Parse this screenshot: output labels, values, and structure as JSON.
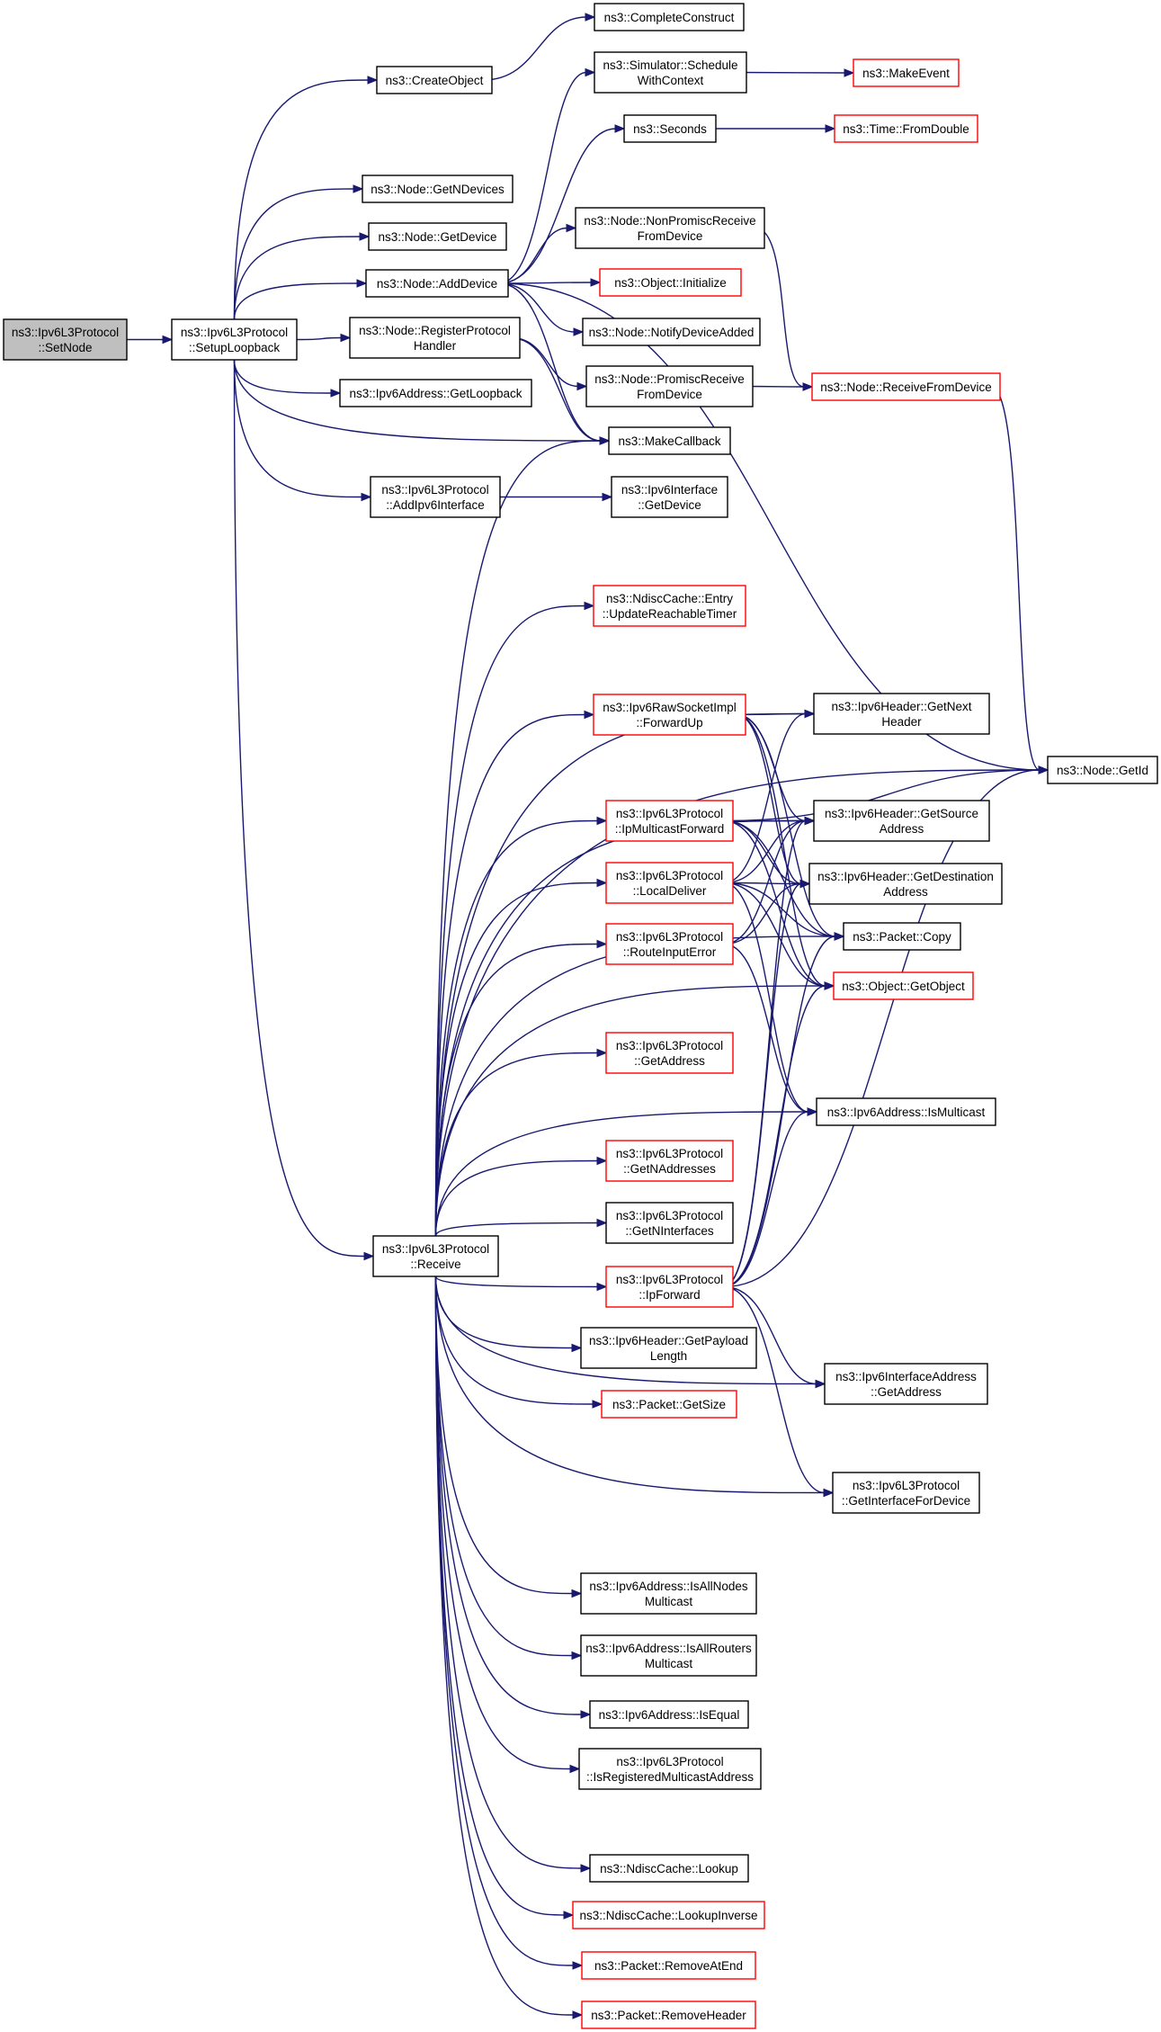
{
  "diagram": {
    "nodes": [
      {
        "id": "setnode",
        "lines": [
          "ns3::Ipv6L3Protocol",
          "::SetNode"
        ],
        "style": "root"
      },
      {
        "id": "setuploopback",
        "lines": [
          "ns3::Ipv6L3Protocol",
          "::SetupLoopback"
        ],
        "style": "normal"
      },
      {
        "id": "createobject",
        "lines": [
          "ns3::CreateObject"
        ],
        "style": "normal"
      },
      {
        "id": "completeconstruct",
        "lines": [
          "ns3::CompleteConstruct"
        ],
        "style": "normal"
      },
      {
        "id": "schedulewithcontext",
        "lines": [
          "ns3::Simulator::Schedule",
          "WithContext"
        ],
        "style": "normal"
      },
      {
        "id": "makeevent",
        "lines": [
          "ns3::MakeEvent"
        ],
        "style": "truncated"
      },
      {
        "id": "seconds",
        "lines": [
          "ns3::Seconds"
        ],
        "style": "normal"
      },
      {
        "id": "fromdouble",
        "lines": [
          "ns3::Time::FromDouble"
        ],
        "style": "truncated"
      },
      {
        "id": "getndevices",
        "lines": [
          "ns3::Node::GetNDevices"
        ],
        "style": "normal"
      },
      {
        "id": "getdevice",
        "lines": [
          "ns3::Node::GetDevice"
        ],
        "style": "normal"
      },
      {
        "id": "nonpromisc",
        "lines": [
          "ns3::Node::NonPromiscReceive",
          "FromDevice"
        ],
        "style": "normal"
      },
      {
        "id": "adddevice",
        "lines": [
          "ns3::Node::AddDevice"
        ],
        "style": "normal"
      },
      {
        "id": "initialize",
        "lines": [
          "ns3::Object::Initialize"
        ],
        "style": "truncated"
      },
      {
        "id": "notifydeviceadded",
        "lines": [
          "ns3::Node::NotifyDeviceAdded"
        ],
        "style": "normal"
      },
      {
        "id": "registerprotocolhandler",
        "lines": [
          "ns3::Node::RegisterProtocol",
          "Handler"
        ],
        "style": "normal"
      },
      {
        "id": "promiscreceive",
        "lines": [
          "ns3::Node::PromiscReceive",
          "FromDevice"
        ],
        "style": "normal"
      },
      {
        "id": "receivefromdevice",
        "lines": [
          "ns3::Node::ReceiveFromDevice"
        ],
        "style": "truncated"
      },
      {
        "id": "getloopback",
        "lines": [
          "ns3::Ipv6Address::GetLoopback"
        ],
        "style": "normal"
      },
      {
        "id": "makecallback",
        "lines": [
          "ns3::MakeCallback"
        ],
        "style": "normal"
      },
      {
        "id": "addipv6interface",
        "lines": [
          "ns3::Ipv6L3Protocol",
          "::AddIpv6Interface"
        ],
        "style": "normal"
      },
      {
        "id": "ifacegetdevice",
        "lines": [
          "ns3::Ipv6Interface",
          "::GetDevice"
        ],
        "style": "normal"
      },
      {
        "id": "updatereachable",
        "lines": [
          "ns3::NdiscCache::Entry",
          "::UpdateReachableTimer"
        ],
        "style": "truncated"
      },
      {
        "id": "forwardup",
        "lines": [
          "ns3::Ipv6RawSocketImpl",
          "::ForwardUp"
        ],
        "style": "truncated"
      },
      {
        "id": "getnextheader",
        "lines": [
          "ns3::Ipv6Header::GetNext",
          "Header"
        ],
        "style": "normal"
      },
      {
        "id": "nodegetid",
        "lines": [
          "ns3::Node::GetId"
        ],
        "style": "normal"
      },
      {
        "id": "ipmulticastforward",
        "lines": [
          "ns3::Ipv6L3Protocol",
          "::IpMulticastForward"
        ],
        "style": "truncated"
      },
      {
        "id": "getsourceaddress",
        "lines": [
          "ns3::Ipv6Header::GetSource",
          "Address"
        ],
        "style": "normal"
      },
      {
        "id": "localdeliver",
        "lines": [
          "ns3::Ipv6L3Protocol",
          "::LocalDeliver"
        ],
        "style": "truncated"
      },
      {
        "id": "getdestinationaddress",
        "lines": [
          "ns3::Ipv6Header::GetDestination",
          "Address"
        ],
        "style": "normal"
      },
      {
        "id": "packetcopy",
        "lines": [
          "ns3::Packet::Copy"
        ],
        "style": "normal"
      },
      {
        "id": "routeinputerror",
        "lines": [
          "ns3::Ipv6L3Protocol",
          "::RouteInputError"
        ],
        "style": "truncated"
      },
      {
        "id": "getobject",
        "lines": [
          "ns3::Object::GetObject"
        ],
        "style": "truncated"
      },
      {
        "id": "getaddress",
        "lines": [
          "ns3::Ipv6L3Protocol",
          "::GetAddress"
        ],
        "style": "truncated"
      },
      {
        "id": "ismulticast",
        "lines": [
          "ns3::Ipv6Address::IsMulticast"
        ],
        "style": "normal"
      },
      {
        "id": "getnaddresses",
        "lines": [
          "ns3::Ipv6L3Protocol",
          "::GetNAddresses"
        ],
        "style": "truncated"
      },
      {
        "id": "getninterfaces",
        "lines": [
          "ns3::Ipv6L3Protocol",
          "::GetNInterfaces"
        ],
        "style": "normal"
      },
      {
        "id": "receive",
        "lines": [
          "ns3::Ipv6L3Protocol",
          "::Receive"
        ],
        "style": "normal"
      },
      {
        "id": "ipforward",
        "lines": [
          "ns3::Ipv6L3Protocol",
          "::IpForward"
        ],
        "style": "truncated"
      },
      {
        "id": "getpayloadlength",
        "lines": [
          "ns3::Ipv6Header::GetPayload",
          "Length"
        ],
        "style": "normal"
      },
      {
        "id": "ifaceaddrgetaddress",
        "lines": [
          "ns3::Ipv6InterfaceAddress",
          "::GetAddress"
        ],
        "style": "normal"
      },
      {
        "id": "packetgetsize",
        "lines": [
          "ns3::Packet::GetSize"
        ],
        "style": "truncated"
      },
      {
        "id": "getinterfacefordevice",
        "lines": [
          "ns3::Ipv6L3Protocol",
          "::GetInterfaceForDevice"
        ],
        "style": "normal"
      },
      {
        "id": "isallnodesmulticast",
        "lines": [
          "ns3::Ipv6Address::IsAllNodes",
          "Multicast"
        ],
        "style": "normal"
      },
      {
        "id": "isallroutersmulticast",
        "lines": [
          "ns3::Ipv6Address::IsAllRouters",
          "Multicast"
        ],
        "style": "normal"
      },
      {
        "id": "isequal",
        "lines": [
          "ns3::Ipv6Address::IsEqual"
        ],
        "style": "normal"
      },
      {
        "id": "isregisteredmulticast",
        "lines": [
          "ns3::Ipv6L3Protocol",
          "::IsRegisteredMulticastAddress"
        ],
        "style": "normal"
      },
      {
        "id": "ndisclookup",
        "lines": [
          "ns3::NdiscCache::Lookup"
        ],
        "style": "normal"
      },
      {
        "id": "ndisclookupinverse",
        "lines": [
          "ns3::NdiscCache::LookupInverse"
        ],
        "style": "truncated"
      },
      {
        "id": "removeatend",
        "lines": [
          "ns3::Packet::RemoveAtEnd"
        ],
        "style": "truncated"
      },
      {
        "id": "removeheader",
        "lines": [
          "ns3::Packet::RemoveHeader"
        ],
        "style": "truncated"
      }
    ],
    "edges": [
      [
        "setnode",
        "setuploopback"
      ],
      [
        "setuploopback",
        "createobject"
      ],
      [
        "setuploopback",
        "getndevices"
      ],
      [
        "setuploopback",
        "getdevice"
      ],
      [
        "setuploopback",
        "adddevice"
      ],
      [
        "setuploopback",
        "registerprotocolhandler"
      ],
      [
        "setuploopback",
        "getloopback"
      ],
      [
        "setuploopback",
        "makecallback"
      ],
      [
        "setuploopback",
        "addipv6interface"
      ],
      [
        "setuploopback",
        "receive"
      ],
      [
        "createobject",
        "completeconstruct"
      ],
      [
        "schedulewithcontext",
        "makeevent"
      ],
      [
        "seconds",
        "fromdouble"
      ],
      [
        "adddevice",
        "schedulewithcontext"
      ],
      [
        "adddevice",
        "seconds"
      ],
      [
        "adddevice",
        "nodegetid"
      ],
      [
        "adddevice",
        "nonpromisc"
      ],
      [
        "adddevice",
        "initialize"
      ],
      [
        "adddevice",
        "notifydeviceadded"
      ],
      [
        "adddevice",
        "makecallback"
      ],
      [
        "nonpromisc",
        "receivefromdevice"
      ],
      [
        "registerprotocolhandler",
        "promiscreceive"
      ],
      [
        "registerprotocolhandler",
        "makecallback"
      ],
      [
        "promiscreceive",
        "receivefromdevice"
      ],
      [
        "receivefromdevice",
        "nodegetid"
      ],
      [
        "addipv6interface",
        "ifacegetdevice"
      ],
      [
        "receive",
        "makecallback"
      ],
      [
        "receive",
        "updatereachable"
      ],
      [
        "receive",
        "getnextheader"
      ],
      [
        "receive",
        "forwardup"
      ],
      [
        "receive",
        "getsourceaddress"
      ],
      [
        "receive",
        "ipmulticastforward"
      ],
      [
        "receive",
        "localdeliver"
      ],
      [
        "receive",
        "routeinputerror"
      ],
      [
        "receive",
        "packetcopy"
      ],
      [
        "receive",
        "getobject"
      ],
      [
        "receive",
        "getaddress"
      ],
      [
        "receive",
        "getnaddresses"
      ],
      [
        "receive",
        "getninterfaces"
      ],
      [
        "receive",
        "ipforward"
      ],
      [
        "receive",
        "getpayloadlength"
      ],
      [
        "receive",
        "packetgetsize"
      ],
      [
        "receive",
        "ismulticast"
      ],
      [
        "receive",
        "ifaceaddrgetaddress"
      ],
      [
        "receive",
        "getinterfacefordevice"
      ],
      [
        "receive",
        "isallnodesmulticast"
      ],
      [
        "receive",
        "isallroutersmulticast"
      ],
      [
        "receive",
        "isequal"
      ],
      [
        "receive",
        "isregisteredmulticast"
      ],
      [
        "receive",
        "nodegetid"
      ],
      [
        "receive",
        "ndisclookup"
      ],
      [
        "receive",
        "ndisclookupinverse"
      ],
      [
        "receive",
        "removeatend"
      ],
      [
        "receive",
        "removeheader"
      ],
      [
        "forwardup",
        "getnextheader"
      ],
      [
        "forwardup",
        "getsourceaddress"
      ],
      [
        "forwardup",
        "getdestinationaddress"
      ],
      [
        "forwardup",
        "packetcopy"
      ],
      [
        "forwardup",
        "getobject"
      ],
      [
        "ipmulticastforward",
        "nodegetid"
      ],
      [
        "ipmulticastforward",
        "getsourceaddress"
      ],
      [
        "ipmulticastforward",
        "getdestinationaddress"
      ],
      [
        "ipmulticastforward",
        "packetcopy"
      ],
      [
        "ipmulticastforward",
        "getobject"
      ],
      [
        "localdeliver",
        "getnextheader"
      ],
      [
        "localdeliver",
        "getsourceaddress"
      ],
      [
        "localdeliver",
        "getdestinationaddress"
      ],
      [
        "localdeliver",
        "packetcopy"
      ],
      [
        "localdeliver",
        "getobject"
      ],
      [
        "localdeliver",
        "ismulticast"
      ],
      [
        "routeinputerror",
        "getsourceaddress"
      ],
      [
        "routeinputerror",
        "getdestinationaddress"
      ],
      [
        "routeinputerror",
        "ismulticast"
      ],
      [
        "ipforward",
        "getsourceaddress"
      ],
      [
        "ipforward",
        "getdestinationaddress"
      ],
      [
        "ipforward",
        "packetcopy"
      ],
      [
        "ipforward",
        "getobject"
      ],
      [
        "ipforward",
        "ismulticast"
      ],
      [
        "ipforward",
        "nodegetid"
      ],
      [
        "ipforward",
        "ifaceaddrgetaddress"
      ],
      [
        "ipforward",
        "getinterfacefordevice"
      ]
    ]
  }
}
